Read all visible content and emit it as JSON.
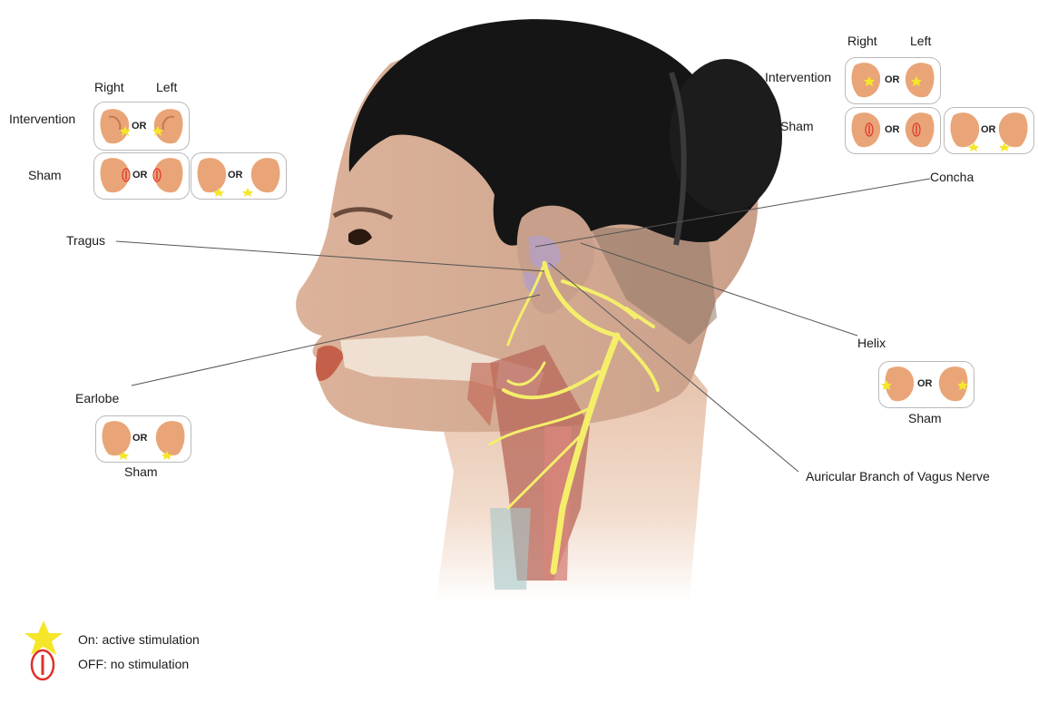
{
  "labels": {
    "tragus": "Tragus",
    "concha": "Concha",
    "helix": "Helix",
    "earlobe": "Earlobe",
    "abvn": "Auricular Branch of Vagus Nerve"
  },
  "tragus_panel": {
    "right": "Right",
    "left": "Left",
    "intervention": "Intervention",
    "sham": "Sham",
    "or": "OR"
  },
  "concha_panel": {
    "right": "Right",
    "left": "Left",
    "intervention": "Intervention",
    "sham": "Sham",
    "or": "OR"
  },
  "helix_panel": {
    "sham": "Sham",
    "or": "OR"
  },
  "earlobe_panel": {
    "sham": "Sham",
    "or": "OR"
  },
  "legend": {
    "on": "On: active stimulation",
    "off": "OFF: no stimulation"
  },
  "colors": {
    "star": "#f5e62a",
    "off_marker": "#e0302a",
    "skin": "#e8c3aa",
    "hair": "#151515",
    "nerve": "#f4ee6a",
    "ear": "#e9a577"
  }
}
